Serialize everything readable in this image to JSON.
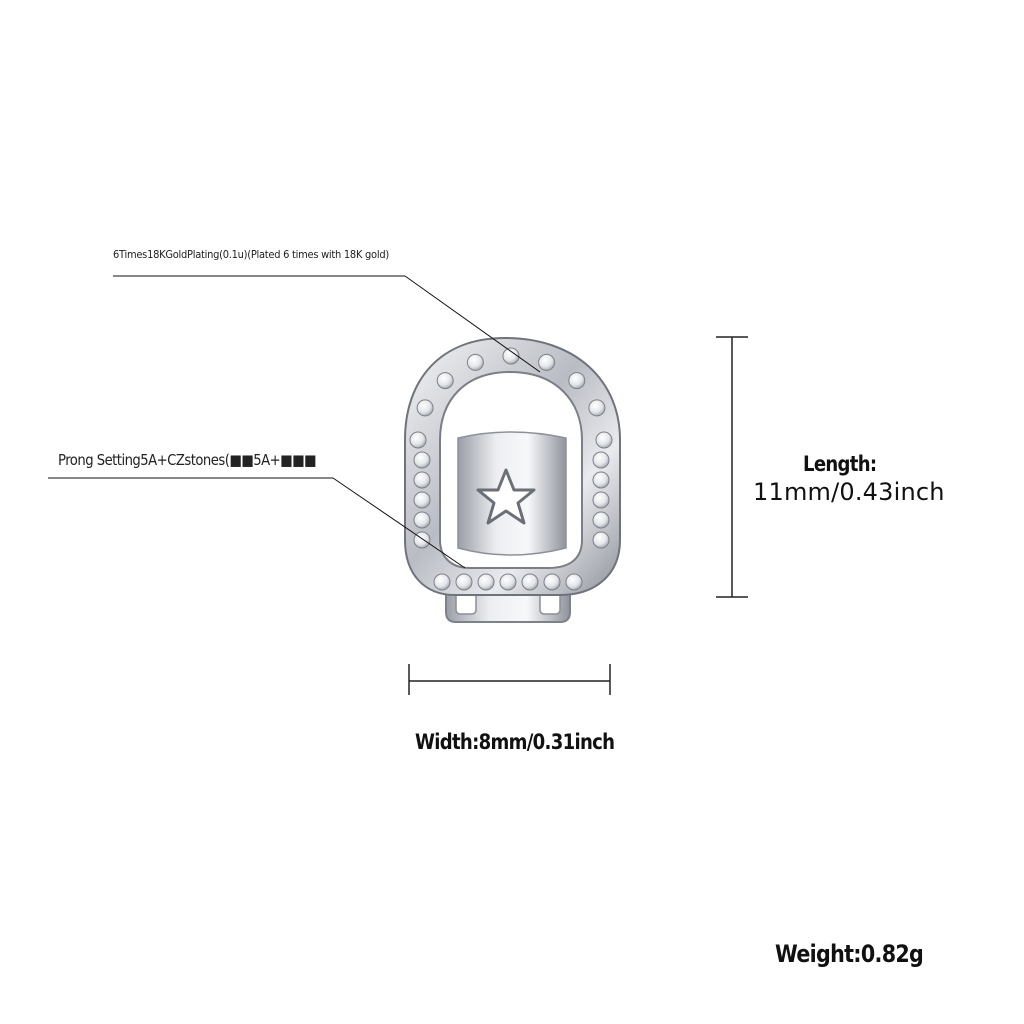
{
  "annotations": {
    "plating": "6Times18KGoldPlating(0.1u)(Plated 6 times with 18K gold)",
    "prong": "Prong Setting5A+CZstones(■■5A+■■■"
  },
  "dimensions": {
    "length_label": "Length:",
    "length_value": "11mm/0.43inch",
    "width_label": "Width:8mm/0.31inch",
    "weight_label": "Weight:0.82g"
  },
  "product": {
    "icon": "tooth-grill-icon",
    "metal_color": "#c9ccd2",
    "stone_color": "#eef0f3"
  }
}
